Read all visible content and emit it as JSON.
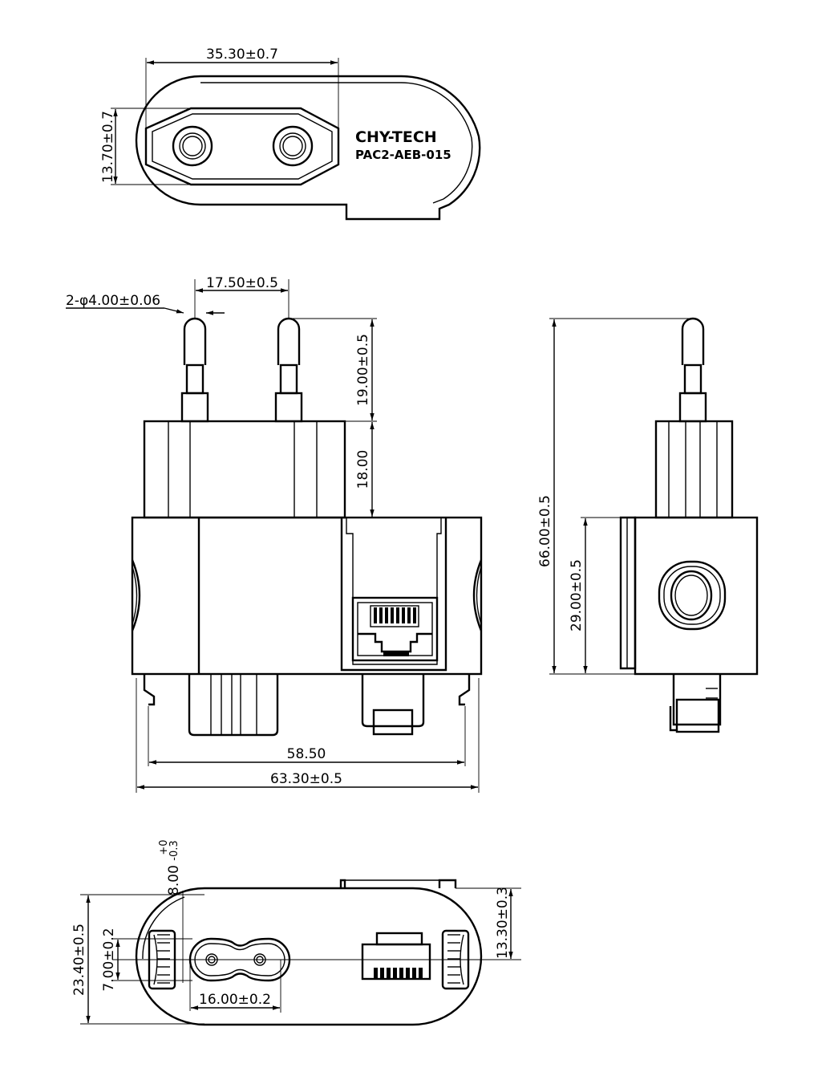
{
  "brand": "CHY-TECH",
  "model": "PAC2-AEB-015",
  "dims": {
    "plug_width": "35.30±0.7",
    "plug_height": "13.70±0.7",
    "pin_pitch": "17.50±0.5",
    "pin_dia": "2-φ4.00±0.06",
    "pin_length": "19.00±0.5",
    "upper_body": "18.00",
    "total_height": "66.00±0.5",
    "lower_body": "29.00±0.5",
    "inner_width": "58.50",
    "outer_width": "63.30±0.5",
    "socket_depth_main": "8.00",
    "socket_depth_tol_plus": "+0",
    "socket_depth_tol_minus": "-0.3",
    "socket_height": "7.00±0.2",
    "body_depth": "23.40±0.5",
    "rj_offset": "13.30±0.3",
    "socket_width": "16.00±0.2"
  }
}
